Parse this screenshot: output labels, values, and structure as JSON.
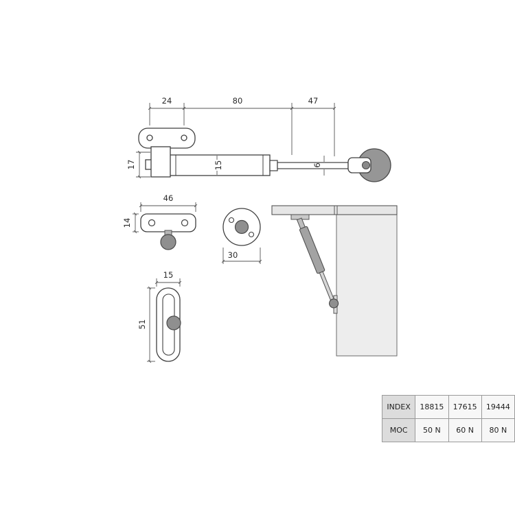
{
  "dimensions": {
    "side_view": {
      "bracket_span": "24",
      "body_span": "80",
      "rod_span": "47",
      "end_height": "17",
      "body_diameter": "15",
      "rod_diameter": "6"
    },
    "bracket_top_view": {
      "width": "46",
      "depth": "14"
    },
    "round_plate": {
      "hole_spacing": "30"
    },
    "slot_plate": {
      "width": "15",
      "length": "51"
    }
  },
  "spec_table": {
    "rows": [
      {
        "label": "INDEX",
        "values": [
          "18815",
          "17615",
          "19444"
        ]
      },
      {
        "label": "MOC",
        "values": [
          "50 N",
          "60 N",
          "80 N"
        ]
      }
    ]
  },
  "colors": {
    "outline": "#3f3f3f",
    "dim_line": "#555555",
    "metal_gray": "#8f8f8f",
    "panel_gray": "#ededed",
    "table_label_bg": "#dcdcdc"
  }
}
